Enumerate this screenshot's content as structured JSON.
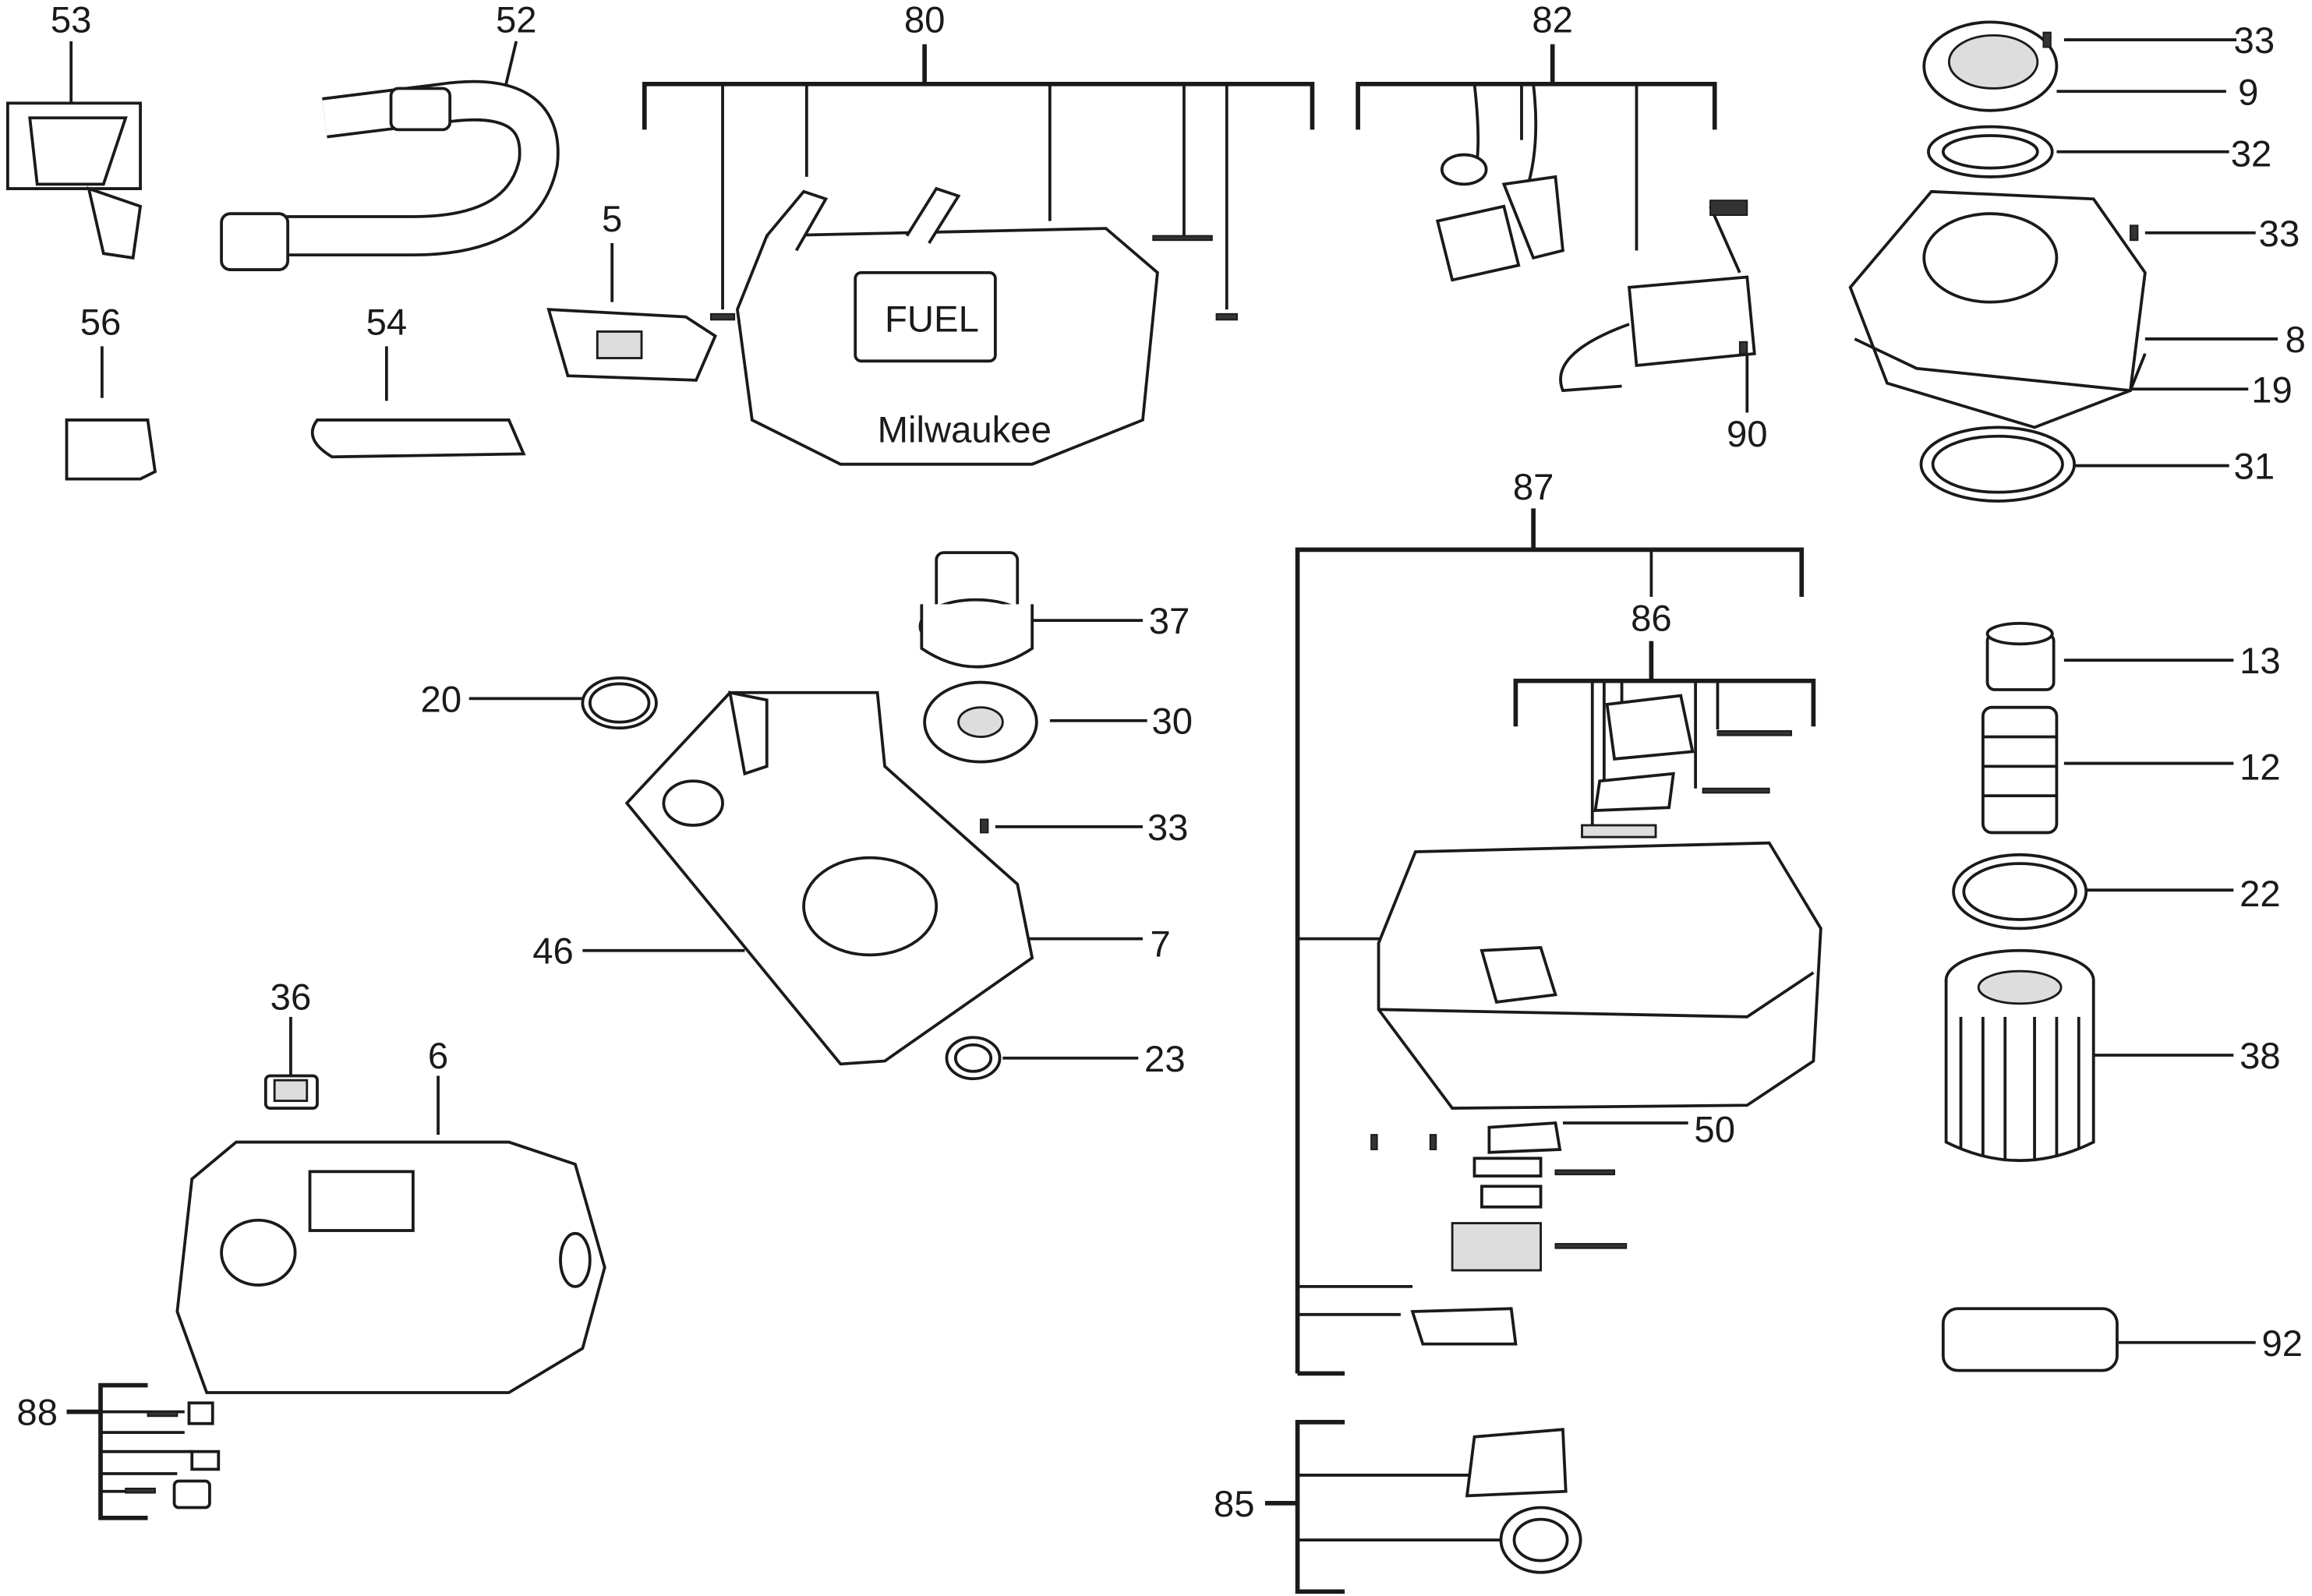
{
  "diagram": {
    "type": "exploded parts diagram",
    "labels": {
      "p53": "53",
      "p52": "52",
      "p80": "80",
      "p82": "82",
      "p33a": "33",
      "p9": "9",
      "p32": "32",
      "p33b": "33",
      "p8": "8",
      "p19": "19",
      "p31": "31",
      "p5": "5",
      "p56": "56",
      "p54": "54",
      "p90": "90",
      "p87": "87",
      "p37": "37",
      "p86": "86",
      "p13": "13",
      "p20": "20",
      "p30": "30",
      "p12": "12",
      "p33c": "33",
      "p22": "22",
      "p7": "7",
      "p46": "46",
      "p36": "36",
      "p6": "6",
      "p23": "23",
      "p38": "38",
      "p50": "50",
      "p92": "92",
      "p88": "88",
      "p85": "85"
    },
    "logo_text": "Milwaukee",
    "badge_text": "FUEL"
  }
}
